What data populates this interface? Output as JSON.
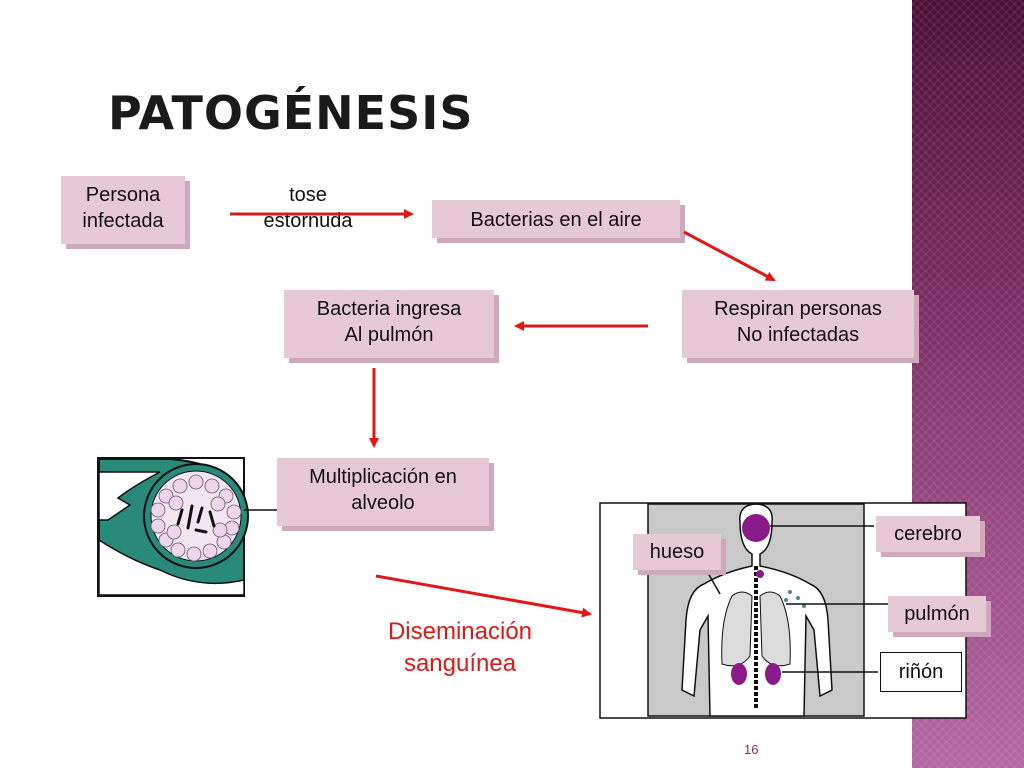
{
  "slide": {
    "title": "PATOGÉNESIS",
    "page_number": "16"
  },
  "flow": {
    "infected": [
      "Persona",
      "infectada"
    ],
    "transmission": [
      "tose",
      "estornuda"
    ],
    "airborne": "Bacterias en el aire",
    "inhale": [
      "Respiran personas",
      "No infectadas"
    ],
    "enter_lung": [
      "Bacteria ingresa",
      "Al pulmón"
    ],
    "multiply": [
      "Multiplicación en",
      "alveolo"
    ],
    "spread": [
      "Diseminación",
      "sanguínea"
    ]
  },
  "body_labels": {
    "brain": "cerebro",
    "bone": "hueso",
    "lung": "pulmón",
    "kidney": "riñón"
  },
  "colors": {
    "box_fill": "#e7c9d6",
    "arrow": "#e01818",
    "spread_text": "#e01818",
    "infection_sites": "#8a1a8a"
  }
}
